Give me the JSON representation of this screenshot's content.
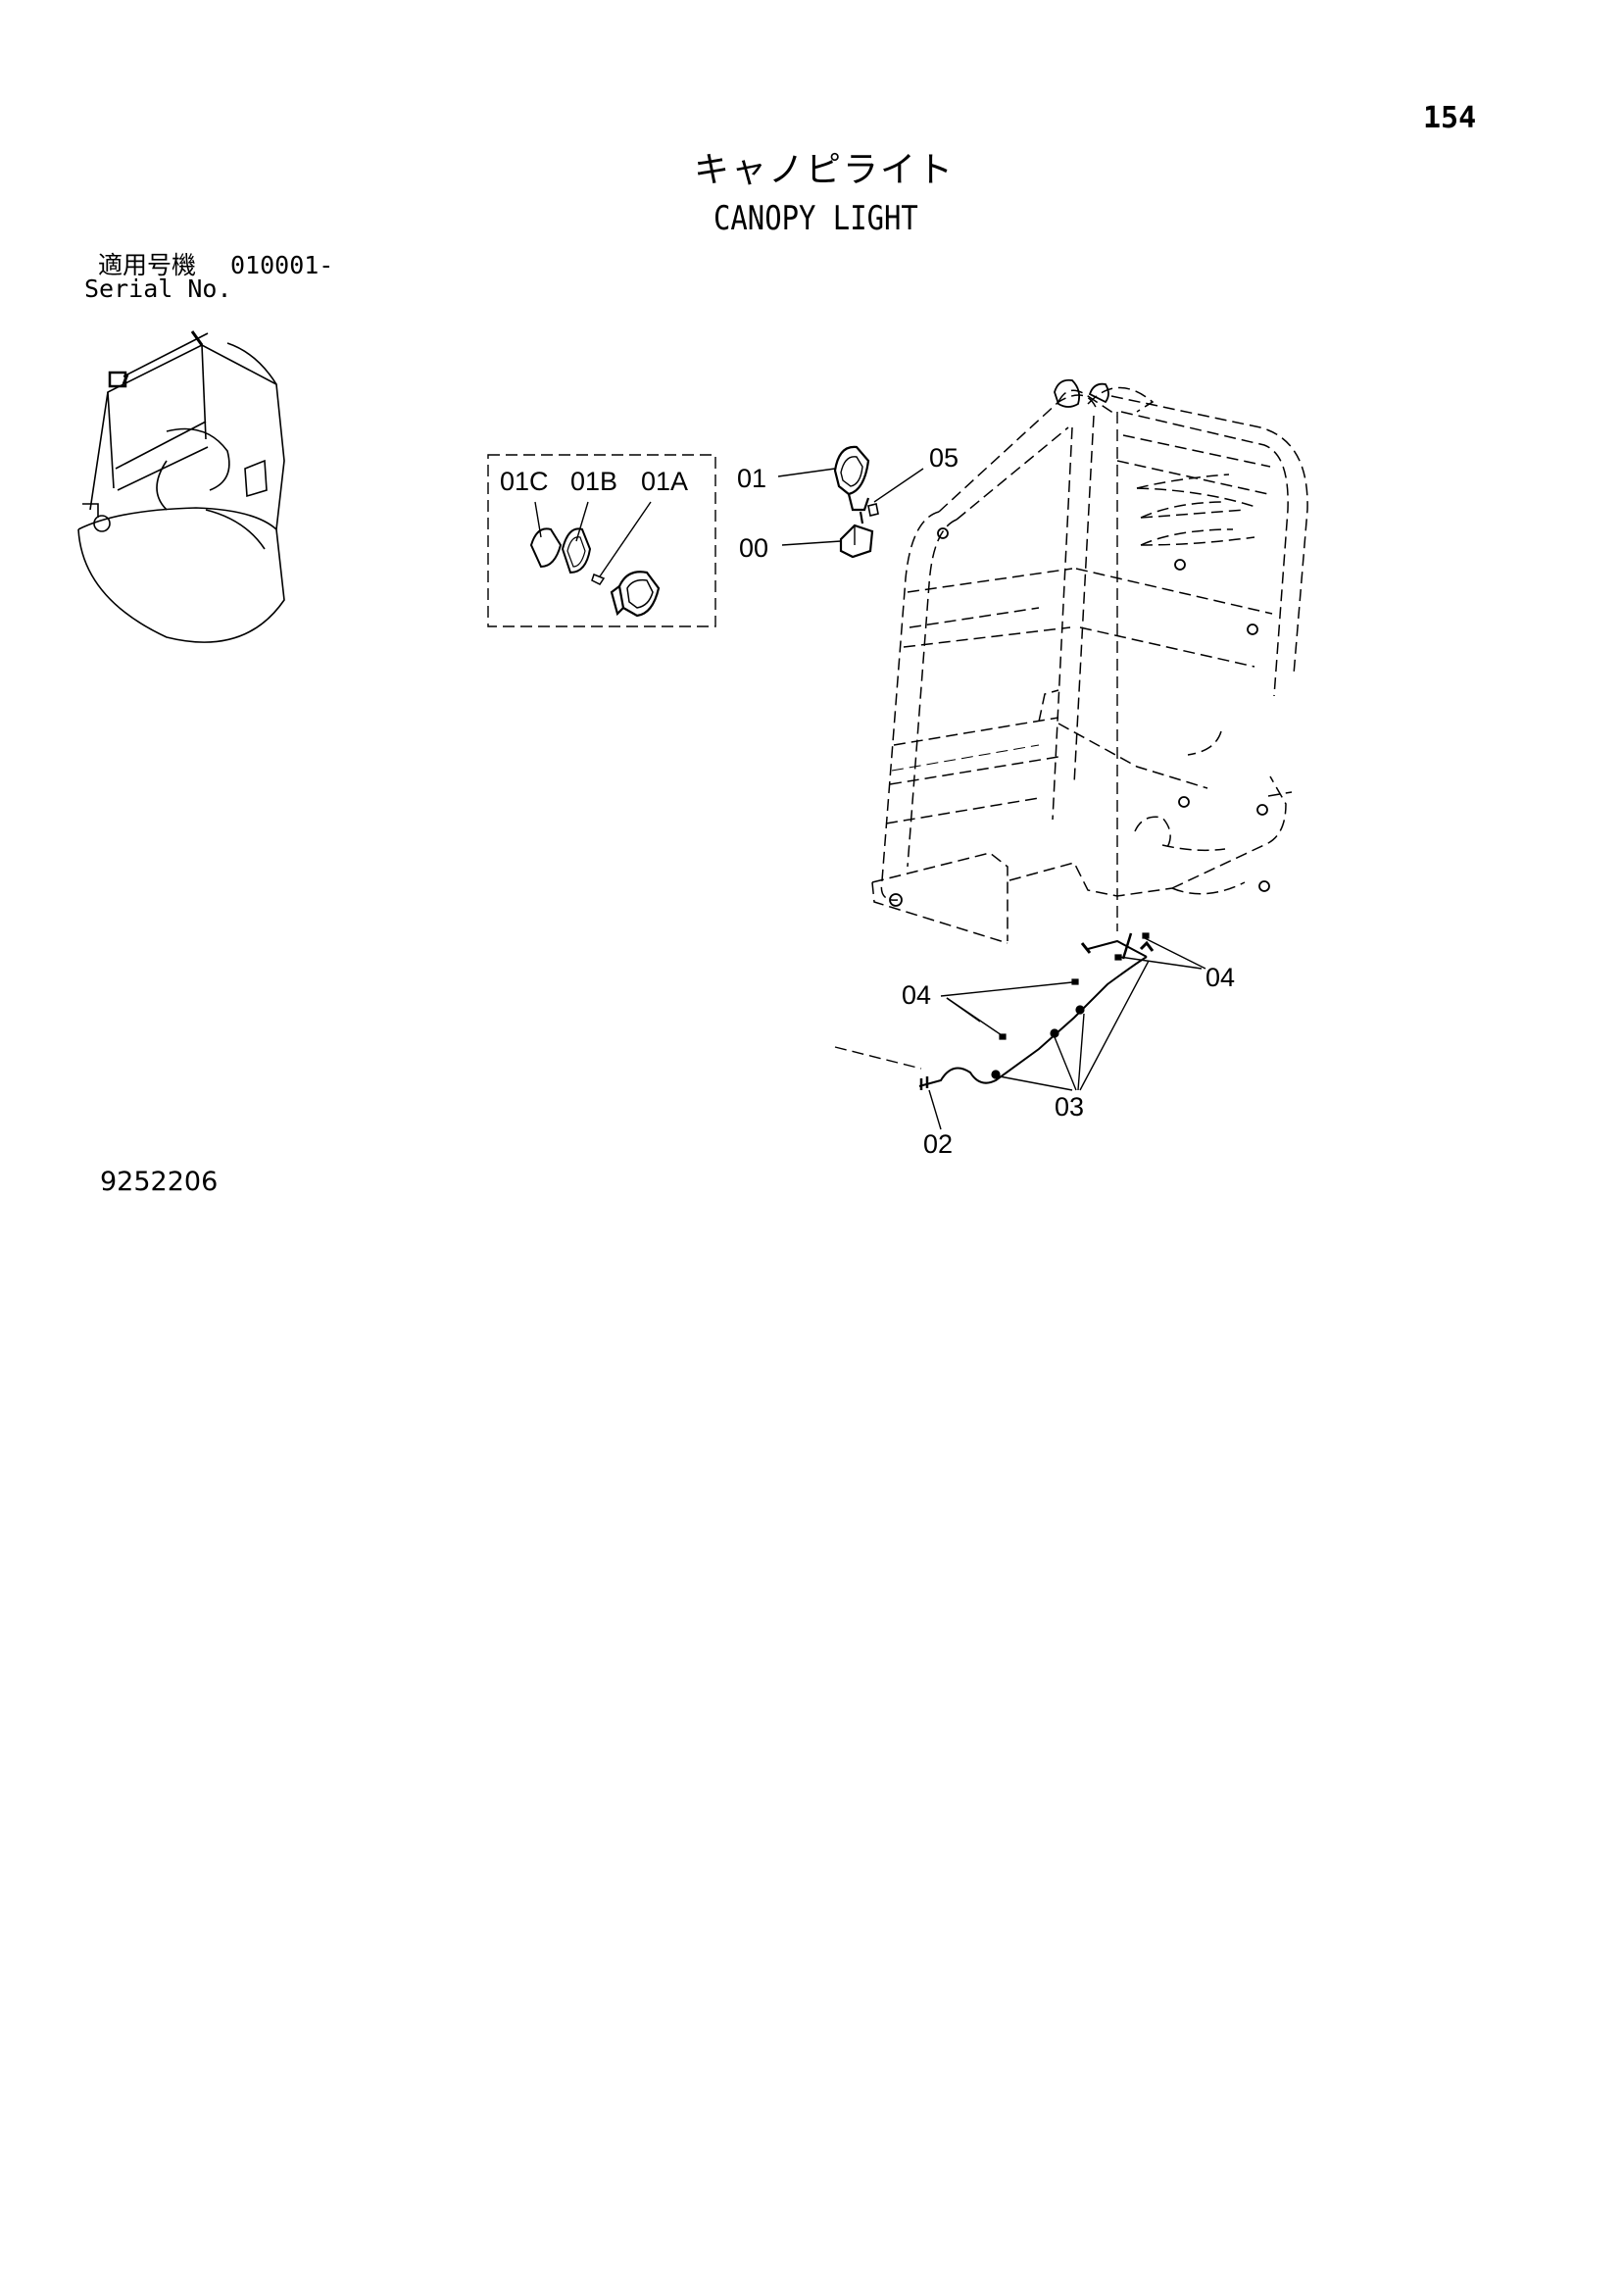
{
  "page_number": "154",
  "title_jp": "キャノピライト",
  "title_en": "CANOPY LIGHT",
  "serial_label_jp": "適用号機",
  "serial_value": "010001-",
  "serial_label_en": "Serial No.",
  "doc_number": "9252206",
  "callouts": {
    "c01C": "01C",
    "c01B": "01B",
    "c01A": "01A",
    "c01": "01",
    "c05": "05",
    "c00": "00",
    "c04_right": "04",
    "c04_left": "04",
    "c03": "03",
    "c02": "02"
  }
}
